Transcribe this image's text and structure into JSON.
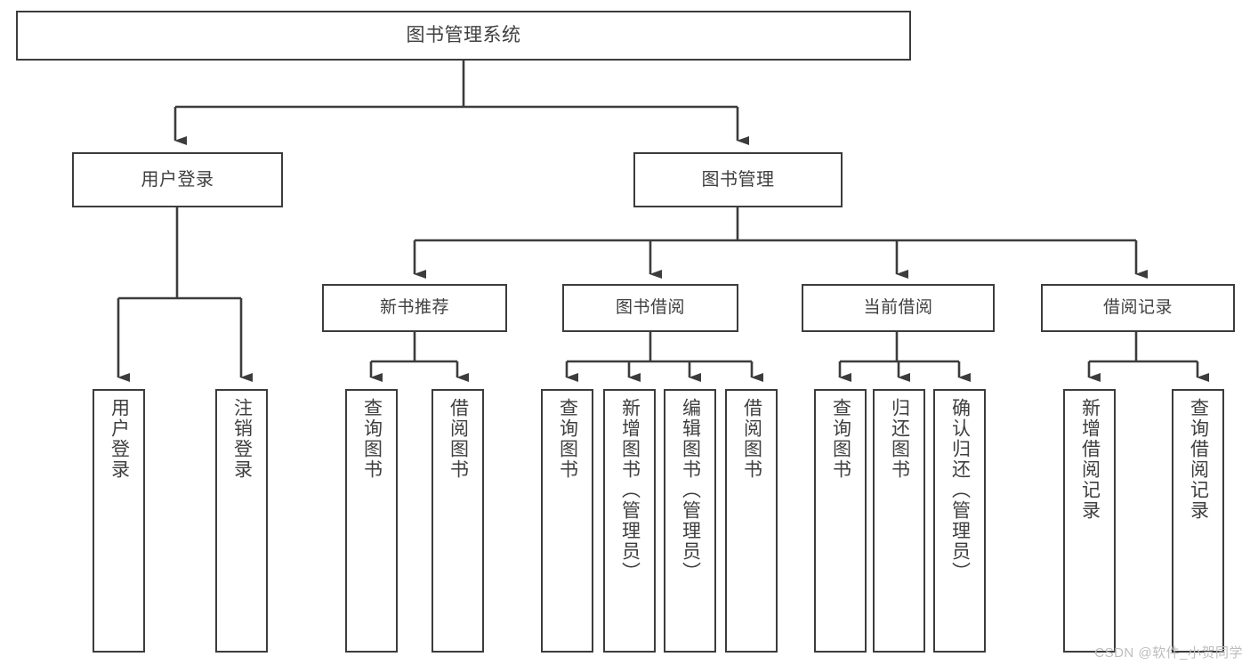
{
  "diagram": {
    "title": "图书管理系统",
    "type": "tree",
    "watermark": "CSDN @软件_小贺同学",
    "colors": {
      "box_border": "#3c3c3c",
      "box_fill": "#ffffff",
      "connector": "#3c3c3c",
      "text": "#3f3f3f",
      "watermark": "#bdbdbd",
      "background": "#ffffff"
    },
    "root": {
      "label": "图书管理系统"
    },
    "level2": [
      {
        "id": "user-login",
        "label": "用户登录"
      },
      {
        "id": "book-manage",
        "label": "图书管理"
      }
    ],
    "level3": [
      {
        "id": "new-book-recommend",
        "label": "新书推荐",
        "parent": "book-manage"
      },
      {
        "id": "book-borrow",
        "label": "图书借阅",
        "parent": "book-manage"
      },
      {
        "id": "current-borrow",
        "label": "当前借阅",
        "parent": "book-manage"
      },
      {
        "id": "borrow-record",
        "label": "借阅记录",
        "parent": "book-manage"
      }
    ],
    "leaves": [
      {
        "id": "leaf-user-login",
        "label": "用户登录",
        "parent": "user-login"
      },
      {
        "id": "leaf-user-logout",
        "label": "注销登录",
        "parent": "user-login"
      },
      {
        "id": "leaf-query-book-rec",
        "label": "查询图书",
        "parent": "new-book-recommend"
      },
      {
        "id": "leaf-borrow-book-rec",
        "label": "借阅图书",
        "parent": "new-book-recommend"
      },
      {
        "id": "leaf-query-book-borrow",
        "label": "查询图书",
        "parent": "book-borrow"
      },
      {
        "id": "leaf-add-book-admin",
        "label": "新增图书（管理员）",
        "parent": "book-borrow"
      },
      {
        "id": "leaf-edit-book-admin",
        "label": "编辑图书（管理员）",
        "parent": "book-borrow"
      },
      {
        "id": "leaf-borrow-book",
        "label": "借阅图书",
        "parent": "book-borrow"
      },
      {
        "id": "leaf-query-book-current",
        "label": "查询图书",
        "parent": "current-borrow"
      },
      {
        "id": "leaf-return-book",
        "label": "归还图书",
        "parent": "current-borrow"
      },
      {
        "id": "leaf-confirm-return-admin",
        "label": "确认归还（管理员）",
        "parent": "current-borrow"
      },
      {
        "id": "leaf-add-borrow-record",
        "label": "新增借阅记录",
        "parent": "borrow-record"
      },
      {
        "id": "leaf-query-borrow-record",
        "label": "查询借阅记录",
        "parent": "borrow-record"
      }
    ]
  }
}
